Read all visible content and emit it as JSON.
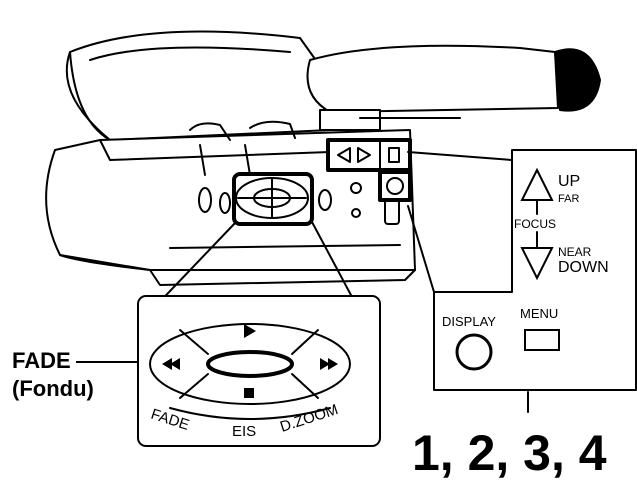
{
  "callout_left": {
    "fade_label": "FADE",
    "fondu_label": "(Fondu)"
  },
  "zoom_panel": {
    "arc_labels": [
      "FADE",
      "EIS",
      "D.ZOOM"
    ]
  },
  "focus_panel": {
    "up_label": "UP",
    "far_label": "FAR",
    "focus_label": "FOCUS",
    "near_label": "NEAR",
    "down_label": "DOWN"
  },
  "button_panel": {
    "display_label": "DISPLAY",
    "menu_label": "MENU"
  },
  "step_numbers": "1, 2, 3, 4",
  "icons": [
    "play-triangle-icon",
    "stop-square-icon",
    "rewind-icon",
    "fast-forward-icon",
    "focus-up-triangle-icon",
    "focus-down-triangle-icon",
    "selector-left-arrow-icon",
    "selector-right-arrow-icon"
  ]
}
